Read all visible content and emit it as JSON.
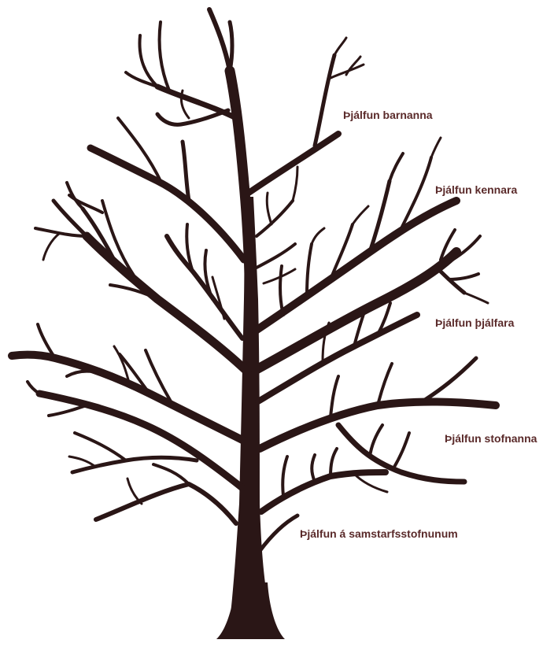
{
  "colors": {
    "background": "#ffffff",
    "tree": "#2a1616",
    "label_text": "#5a2a2a"
  },
  "labels": [
    {
      "text": "Þjálfun barnanna"
    },
    {
      "text": "Þjálfun kennara"
    },
    {
      "text": "Þjálfun þjálfara"
    },
    {
      "text": "Þjálfun stofnanna"
    },
    {
      "text": "Þjálfun á samstarfsstofnunum"
    }
  ]
}
